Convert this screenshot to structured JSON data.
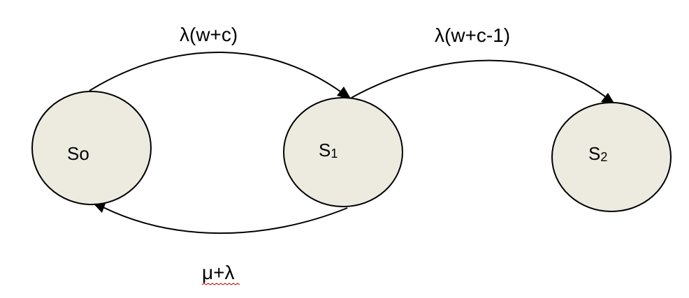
{
  "diagram": {
    "states": [
      {
        "id": "s0",
        "label_main": "S",
        "label_sub": "o"
      },
      {
        "id": "s1",
        "label_main": "S",
        "label_sub": "1"
      },
      {
        "id": "s2",
        "label_main": "S",
        "label_sub": "2"
      }
    ],
    "transitions": [
      {
        "from": "s0",
        "to": "s1",
        "label": "λ(w+c)"
      },
      {
        "from": "s1",
        "to": "s2",
        "label": "λ(w+c-1)"
      },
      {
        "from": "s1",
        "to": "s0",
        "label": "μ+λ"
      }
    ],
    "colors": {
      "state_fill": "#edebe0",
      "stroke": "#000000",
      "spellcheck_underline": "#c00000"
    }
  }
}
